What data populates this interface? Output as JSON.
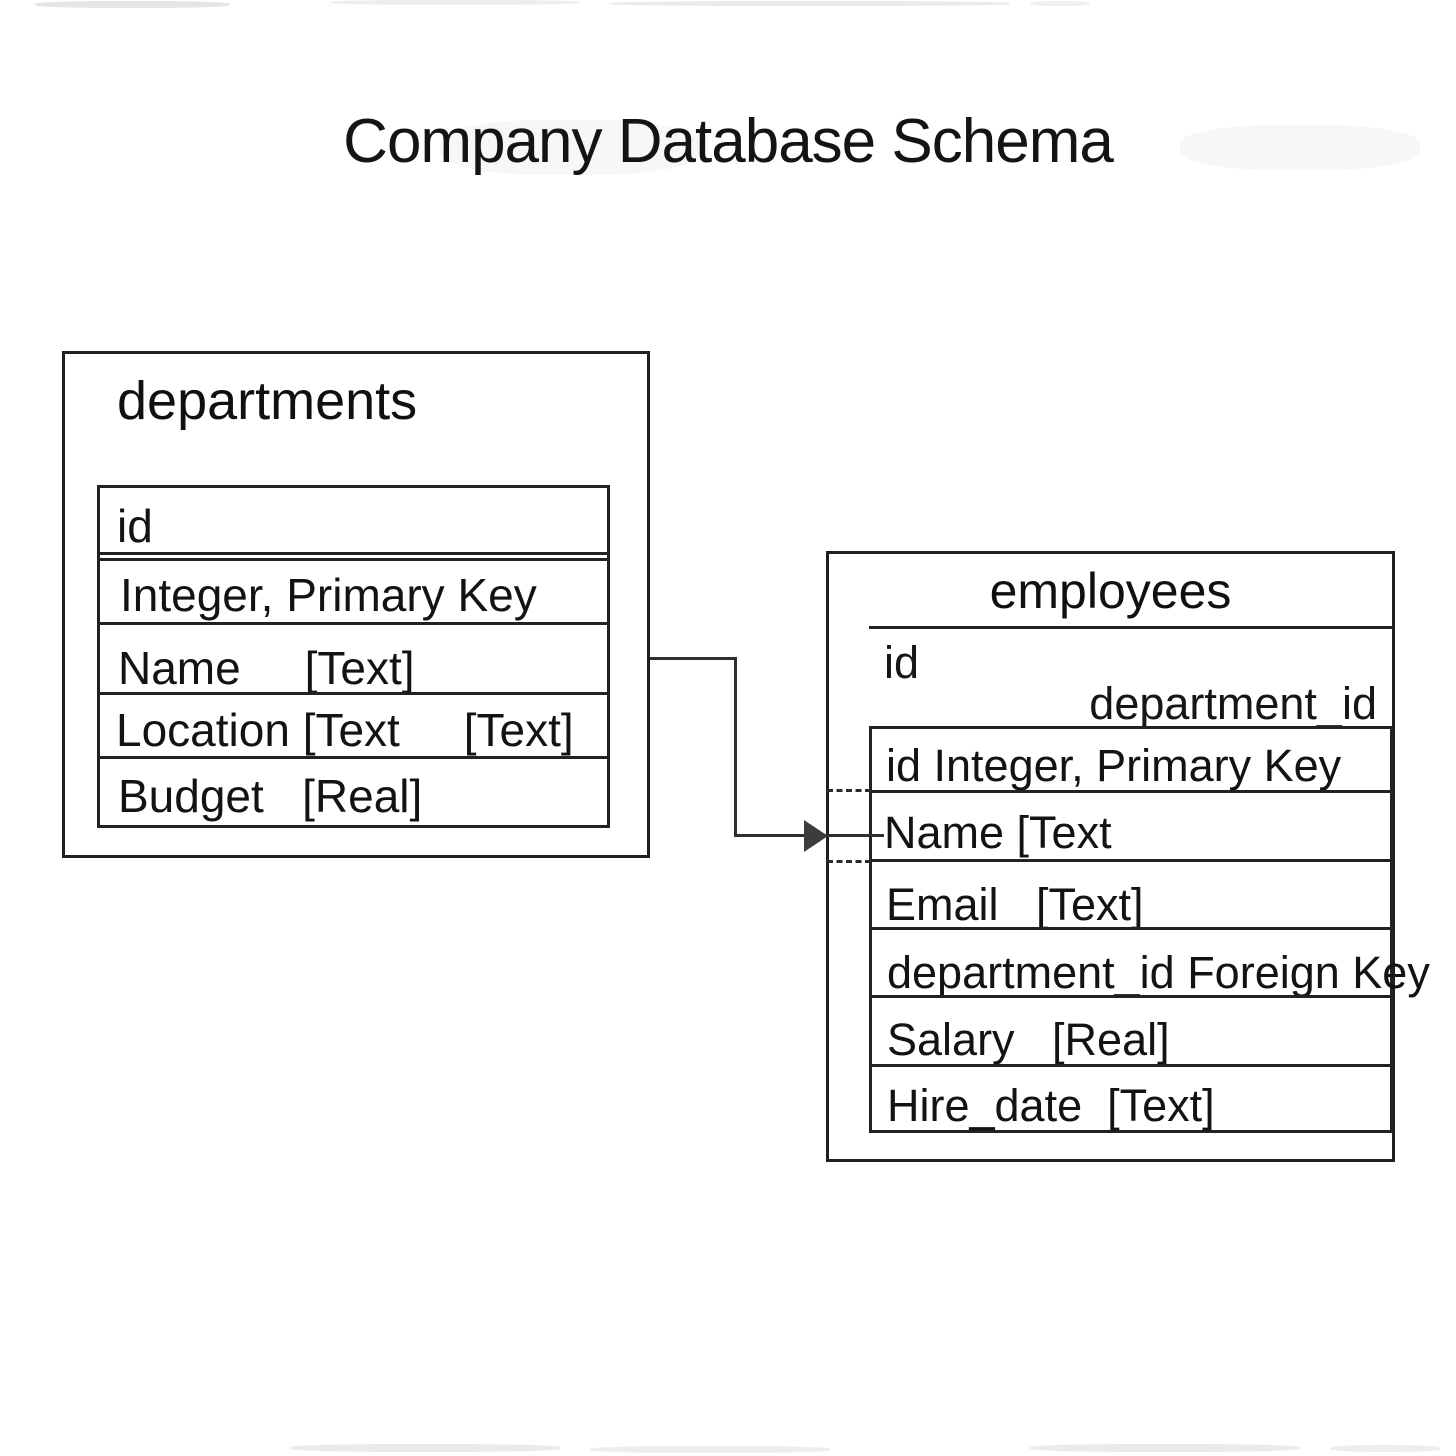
{
  "title": "Company Database Schema",
  "colors": {
    "background": "#ffffff",
    "line": "#1f1f1f",
    "text": "#141414",
    "arrow": "#3c3c3c"
  },
  "tables": {
    "departments": {
      "name": "departments",
      "rows": [
        "id",
        "Integer, Primary Key",
        "Name     [Text]",
        "Location [Text     [Text]",
        "Budget   [Real]"
      ]
    },
    "employees": {
      "name": "employees",
      "header_fields": {
        "primary": "id",
        "secondary": "department_id"
      },
      "rows": [
        "id Integer, Primary Key",
        "Name [Text",
        "Email   [Text]",
        "department_id Foreign Key",
        "Salary   [Real]",
        "Hire_date  [Text]"
      ]
    }
  },
  "relationship": {
    "from_table": "departments",
    "to_table": "employees",
    "to_field_area": "Name",
    "style": "right-angle arrow with dashed anchors"
  }
}
